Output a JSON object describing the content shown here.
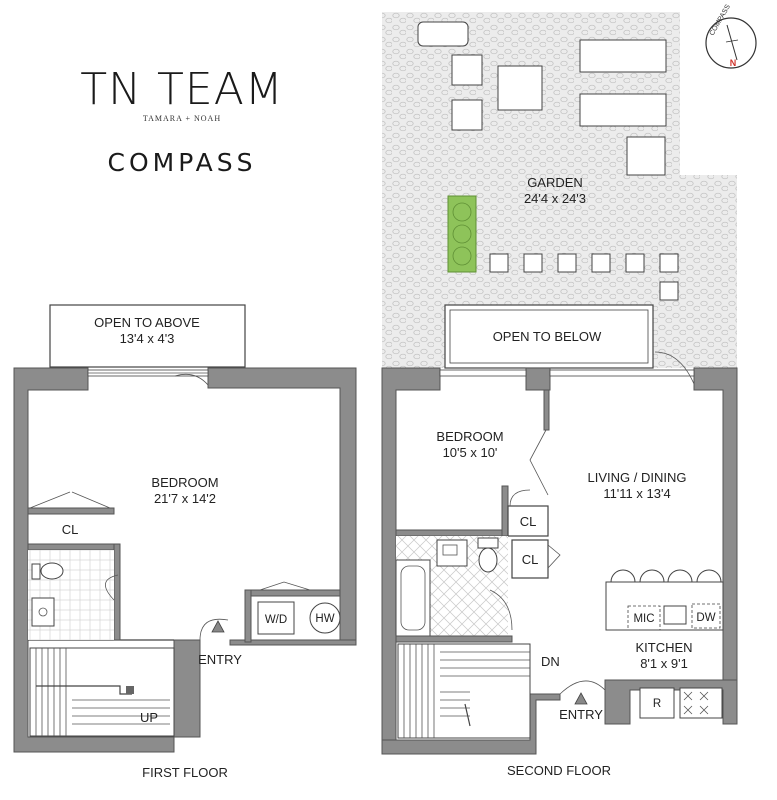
{
  "brand": {
    "team": "TN TEAM",
    "members": "TAMARA + NOAH",
    "company": "COMPASS"
  },
  "compass": {
    "ring_text": "COMPASS",
    "north": "N",
    "north_color": "#d0342c"
  },
  "first_floor": {
    "caption": "FIRST FLOOR",
    "open_to_above": {
      "name": "OPEN TO ABOVE",
      "dims": "13'4 x 4'3"
    },
    "bedroom": {
      "name": "BEDROOM",
      "dims": "21'7 x 14'2"
    },
    "closet": "CL",
    "washer_dryer": "W/D",
    "water_heater": "HW",
    "entry": "ENTRY",
    "stairs": "UP"
  },
  "second_floor": {
    "caption": "SECOND FLOOR",
    "garden": {
      "name": "GARDEN",
      "dims": "24'4 x 24'3"
    },
    "open_to_below": "OPEN TO BELOW",
    "bedroom": {
      "name": "BEDROOM",
      "dims": "10'5 x 10'"
    },
    "living": {
      "name": "LIVING / DINING",
      "dims": "11'11 x 13'4"
    },
    "closet_1": "CL",
    "closet_2": "CL",
    "kitchen": {
      "name": "KITCHEN",
      "dims": "8'1 x 9'1"
    },
    "microwave": "MIC",
    "dishwasher": "DW",
    "refrigerator": "R",
    "stairs": "DN",
    "entry": "ENTRY"
  },
  "colors": {
    "wall": "#8c8c8c",
    "garden_paving": "#ececec",
    "planter": "#8ec35a"
  }
}
